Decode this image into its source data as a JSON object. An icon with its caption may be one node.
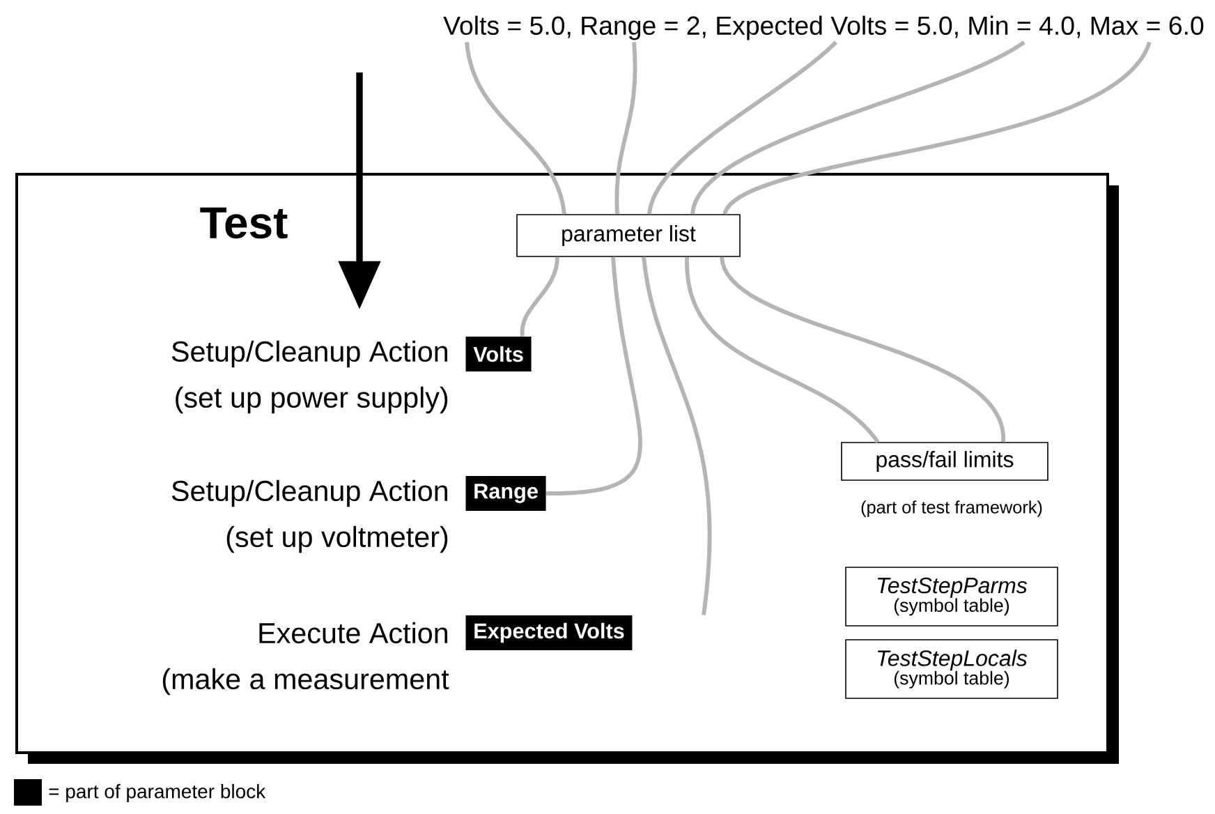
{
  "diagram": {
    "nodes": [
      {
        "text": [
          "Test"
        ]
      },
      {
        "text": [
          "Volts = 5.0, Range = 2, Expected Volts = 5.0, Min = 4.0, Max = 6.0"
        ]
      },
      {
        "text": [
          "parameter list"
        ],
        "in": 0
      },
      {
        "text": [
          "Volts"
        ],
        "beside": [
          "Setup/Cleanup Action",
          "(set up power supply)"
        ],
        "in": 0
      },
      {
        "text": [
          "Range"
        ],
        "beside": [
          "Setup/Cleanup Action",
          "(set up voltmeter)"
        ],
        "in": 0
      },
      {
        "text": [
          "Expected Volts"
        ],
        "beside": [
          "Execute Action",
          "(make a measurement"
        ],
        "in": 0
      },
      {
        "text": [
          "pass/fail limits"
        ],
        "beside": [
          "(part of test framework)"
        ],
        "in": 0
      },
      {
        "text": [
          "TestStepParms",
          "(symbol table)"
        ],
        "in": 0
      },
      {
        "text": [
          "TestStepLocals",
          "(symbol table)"
        ],
        "in": 0
      }
    ],
    "edges": [
      {
        "from": 1,
        "to": 2,
        "arrow": "none"
      },
      {
        "from": 1,
        "to": 2,
        "arrow": "none"
      },
      {
        "from": 1,
        "to": 2,
        "arrow": "none"
      },
      {
        "from": 1,
        "to": 2,
        "arrow": "none"
      },
      {
        "from": 1,
        "to": 2,
        "arrow": "none"
      },
      {
        "from": 2,
        "to": 3,
        "arrow": "none"
      },
      {
        "from": 2,
        "to": 4,
        "arrow": "none"
      },
      {
        "from": 2,
        "to": 5,
        "arrow": "none"
      },
      {
        "from": 2,
        "to": 6,
        "arrow": "none"
      },
      {
        "from": 2,
        "to": 6,
        "arrow": "none"
      }
    ],
    "legend": [
      {
        "text": "= part of parameter block",
        "color": "#000000"
      }
    ]
  }
}
